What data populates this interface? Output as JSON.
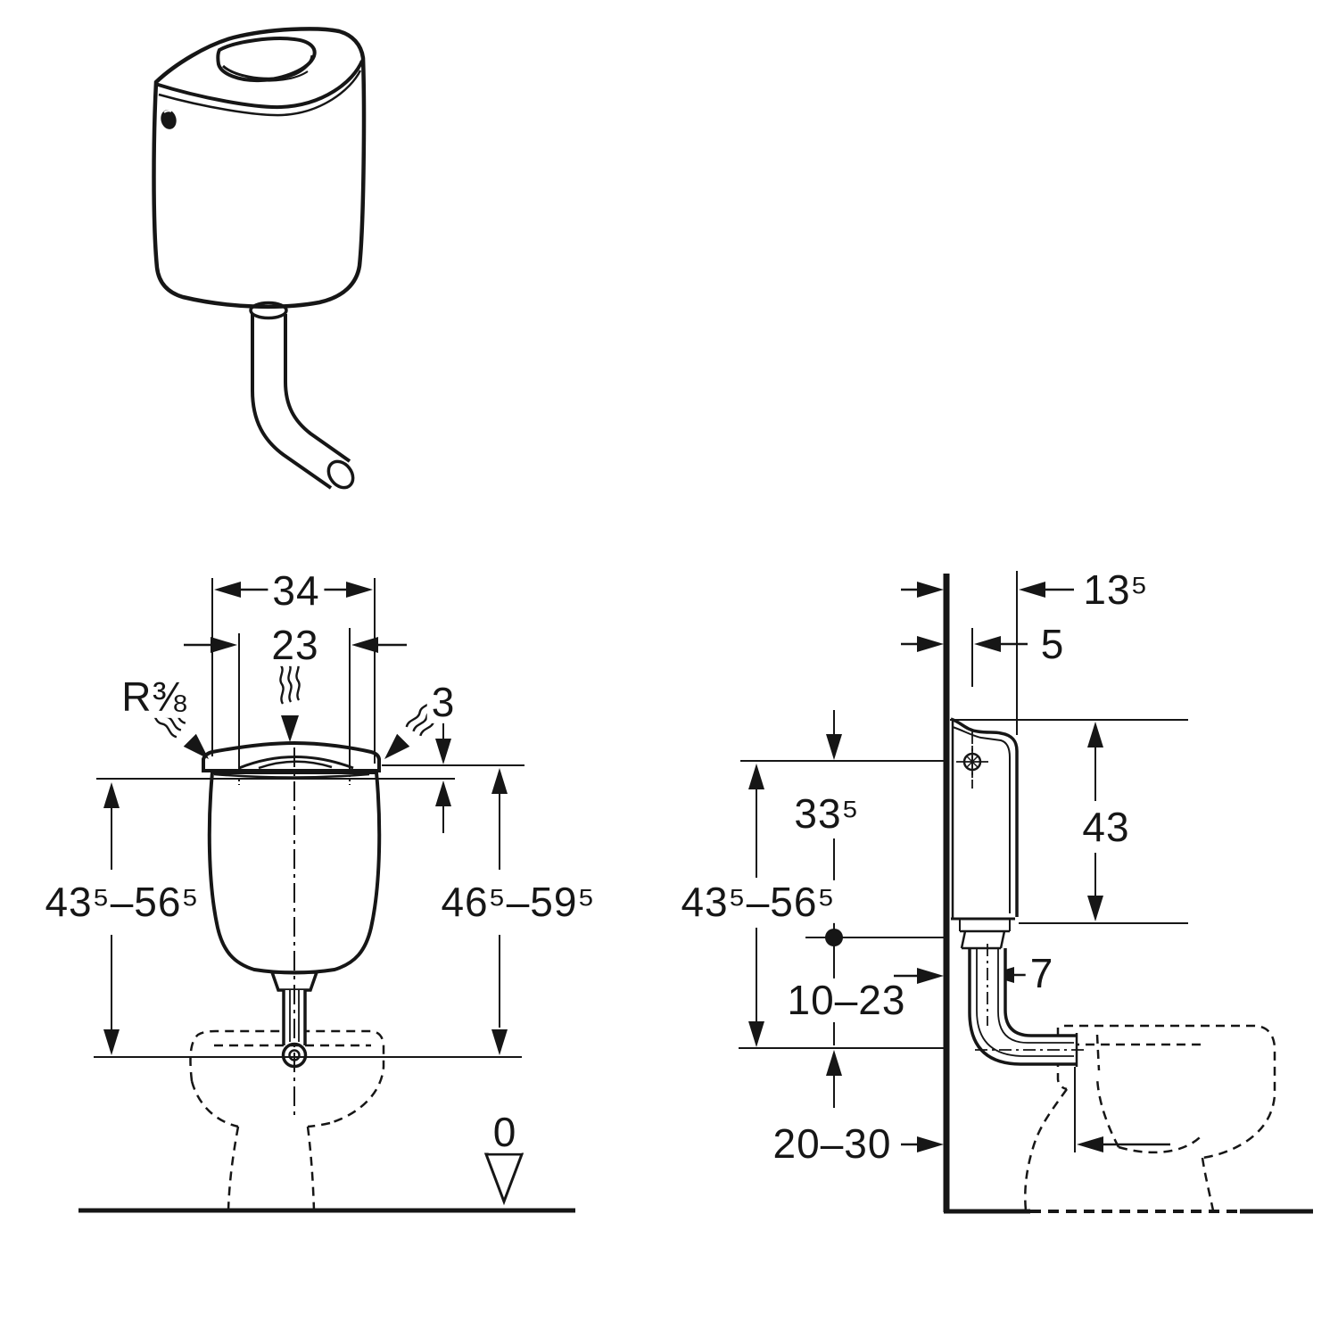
{
  "colors": {
    "ink": "#161616",
    "paper": "#ffffff"
  },
  "front_view": {
    "dim_width_outer": "34",
    "dim_width_inner": "23",
    "inlet_thread": "R⅜",
    "dim_lid_height": "3",
    "dim_height_left": "43⁵–56⁵",
    "dim_height_right": "46⁵–59⁵",
    "floor_datum": "0"
  },
  "side_view": {
    "dim_depth_total": "13⁵",
    "dim_fixing_offset": "5",
    "dim_fixing_height": "33⁵",
    "dim_cistern_height": "43",
    "dim_height_range": "43⁵–56⁵",
    "dim_flushpipe_range": "10–23",
    "dim_pipe_offset": "7",
    "dim_wall_distance": "20–30"
  }
}
